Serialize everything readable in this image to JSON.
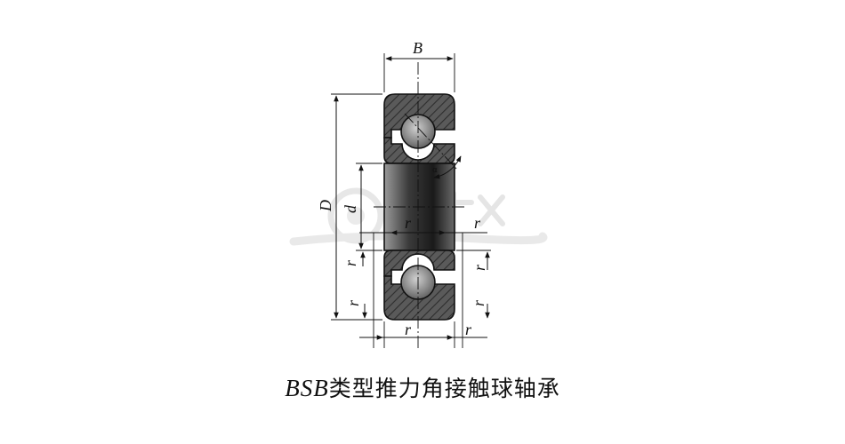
{
  "diagram": {
    "dimension_labels": {
      "width": "B",
      "outer_diameter": "D",
      "bore_diameter": "d",
      "radius": "r",
      "contact_angle": "α"
    },
    "caption": {
      "code": "BSB",
      "name": "类型推力角接触球轴承"
    },
    "colors": {
      "line": "#111111",
      "hatch_fill": "#555555",
      "bore_fill": "#2a2a2a",
      "ball_fill": "#8a8a8a",
      "watermark": "#c8c8c8"
    }
  }
}
